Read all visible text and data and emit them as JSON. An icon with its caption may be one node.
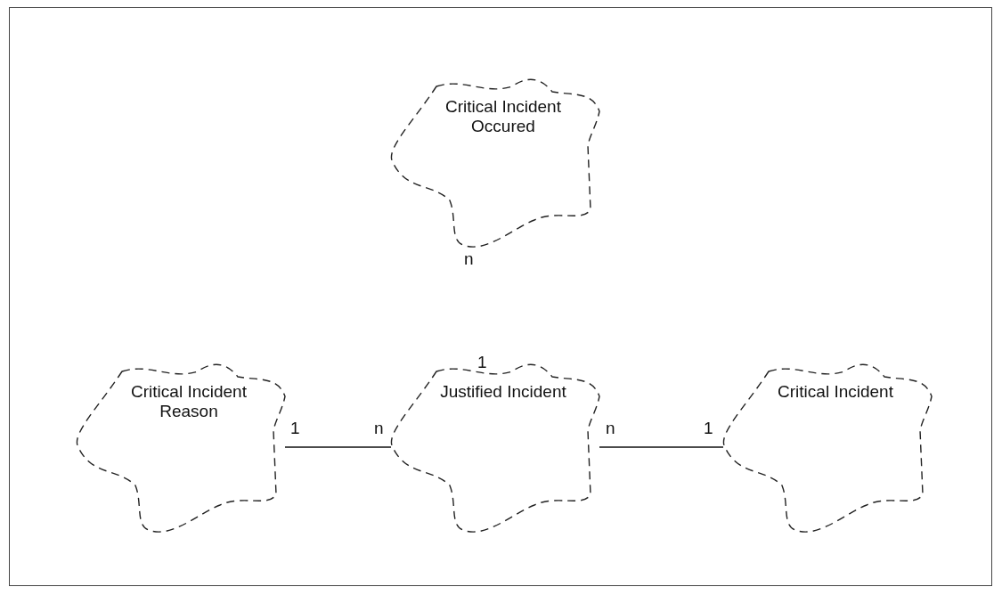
{
  "diagram": {
    "nodes": [
      {
        "text": [
          "Critical Incident Occured"
        ]
      },
      {
        "text": [
          "Critical Incident Reason"
        ]
      },
      {
        "text": [
          "Justified Incident"
        ]
      },
      {
        "text": [
          "Critical Incident"
        ]
      }
    ],
    "edges": [
      {
        "from": 1,
        "to": 2,
        "arrow": "none"
      },
      {
        "from": 2,
        "to": 3,
        "arrow": "none"
      }
    ],
    "labels": [
      "n",
      "1",
      "1",
      "n",
      "n",
      "1"
    ]
  }
}
